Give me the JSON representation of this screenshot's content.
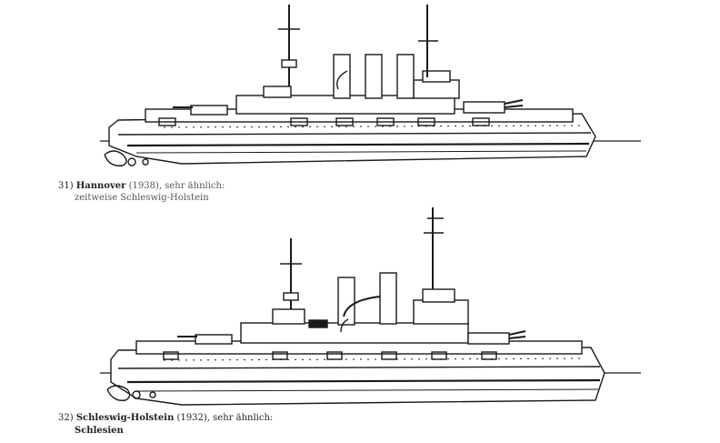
{
  "figures": [
    {
      "number": "31)",
      "name": "Hannover",
      "year": "(1938), sehr ähnlich:",
      "similar": "zeitweise Schleswig-Holstein"
    },
    {
      "number": "32)",
      "name": "Schleswig-Holstein",
      "year": "(1932), sehr ähnlich:",
      "similar": "Schlesien"
    }
  ],
  "colors": {
    "ink": "#1a1a1a",
    "paper": "#ffffff"
  }
}
